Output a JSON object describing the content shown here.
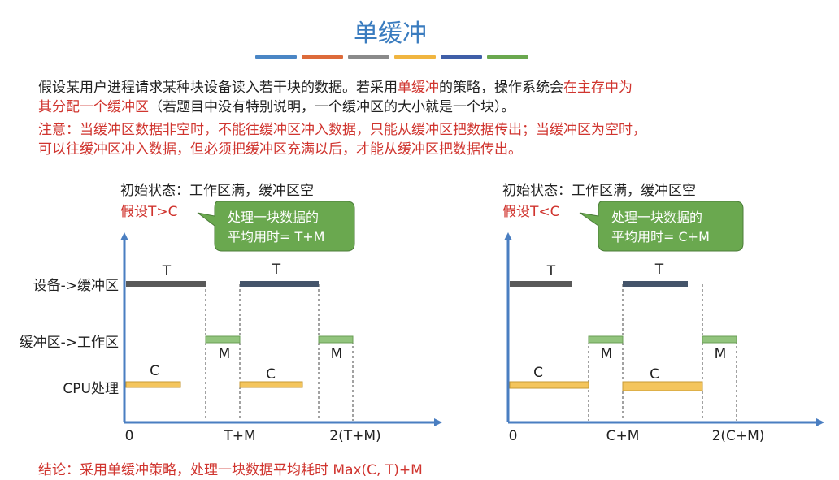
{
  "title": "单缓冲",
  "colors": {
    "title": "#3a7cbf",
    "accent_red": "#d0352f",
    "axis": "#4a7ec1",
    "device_bar_initial": "#595959",
    "device_bar": "#44546a",
    "buffer_bar": "#92c47d",
    "cpu_bar": "#f4c55d",
    "callout_fill": "#6aa84f",
    "stripes": [
      "#4a86c5",
      "#dd6b3a",
      "#8a8a8a",
      "#f0b540",
      "#3f5fa8",
      "#6aa84f"
    ]
  },
  "intro": {
    "p1": "假设某用户进程请求某种块设备读入若干块的数据。若采用",
    "p1_red": "单缓冲",
    "p2": "的策略，操作系统会",
    "p2_red": "在主存中为",
    "p3_red": "其分配一个缓冲区",
    "p3": "（若题目中没有特别说明，一个缓冲区的大小就是一个块）。"
  },
  "note": {
    "line1": "注意：当缓冲区数据非空时，不能往缓冲区冲入数据，只能从缓冲区把数据传出；当缓冲区为空时，",
    "line2": "可以往缓冲区冲入数据，但必须把缓冲区充满以后，才能从缓冲区把数据传出。"
  },
  "row_labels": [
    "设备->缓冲区",
    "缓冲区->工作区",
    "CPU处理"
  ],
  "left_diagram": {
    "initial_state": "初始状态：工作区满，缓冲区空",
    "assumption": "假设T>C",
    "callout": [
      "处理一块数据的",
      "平均用时= T+M"
    ],
    "bar_labels": {
      "t1": "T",
      "t2": "T",
      "m1": "M",
      "m2": "M",
      "c1": "C",
      "c2": "C"
    },
    "x_ticks": [
      "0",
      "T+M",
      "2(T+M)"
    ]
  },
  "right_diagram": {
    "initial_state": "初始状态：工作区满，缓冲区空",
    "assumption": "假设T<C",
    "callout": [
      "处理一块数据的",
      "平均用时= C+M"
    ],
    "bar_labels": {
      "t1": "T",
      "t2": "T",
      "m1": "M",
      "m2": "M",
      "c1": "C",
      "c2": "C"
    },
    "x_ticks": [
      "0",
      "C+M",
      "2(C+M)"
    ]
  },
  "conclusion": "结论：采用单缓冲策略，处理一块数据平均耗时 Max(C, T)+M"
}
